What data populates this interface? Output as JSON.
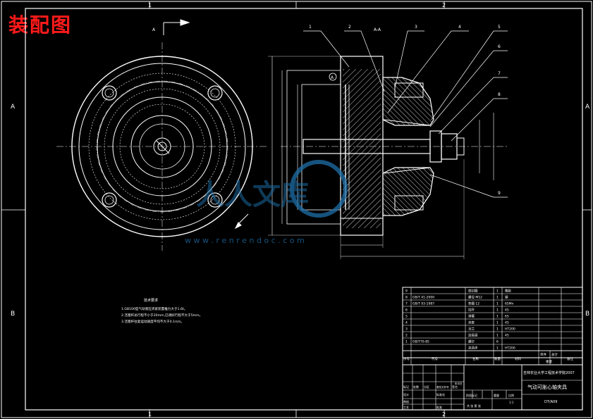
{
  "header": {
    "title": "装配图"
  },
  "grid": {
    "top_cols": [
      "1",
      "2"
    ],
    "rows": [
      "A",
      "B"
    ]
  },
  "views": {
    "view_marker_a": "A",
    "section_label": "A-A",
    "datum_label": "A",
    "balloons": [
      "1",
      "2",
      "3",
      "4",
      "5",
      "6",
      "7",
      "8",
      "9"
    ]
  },
  "tech_requirements": {
    "heading": "技术要求",
    "lines": [
      "1.GB100型气动液压夹紧装置推力大于1.6t。",
      "2.活塞杆总行程不小于20mm,已调好行程不大于5mm。",
      "3.活塞杆往复运动速度平均不大于0.1m/s。"
    ]
  },
  "bom": {
    "rows": [
      {
        "no": "9",
        "code": "",
        "name": "密封圈",
        "qty": "1",
        "material": "橡胶"
      },
      {
        "no": "8",
        "code": "GB/T 41-2000",
        "name": "螺母 M12",
        "qty": "1",
        "material": "钢"
      },
      {
        "no": "7",
        "code": "GB/T 93-1987",
        "name": "垫圈 12",
        "qty": "1",
        "material": "65Mn"
      },
      {
        "no": "6",
        "code": "",
        "name": "拉杆",
        "qty": "1",
        "material": "45"
      },
      {
        "no": "5",
        "code": "",
        "name": "弹簧",
        "qty": "1",
        "material": "65"
      },
      {
        "no": "4",
        "code": "",
        "name": "夹套",
        "qty": "1",
        "material": "45"
      },
      {
        "no": "3",
        "code": "",
        "name": "法兰",
        "qty": "1",
        "material": "HT200"
      },
      {
        "no": "2",
        "code": "",
        "name": "连接盘",
        "qty": "1",
        "material": "45"
      },
      {
        "no": "1",
        "code": "GB/T70-85",
        "name": "螺钉",
        "qty": "6",
        "material": ""
      },
      {
        "no": "",
        "code": "",
        "name": "夹具体",
        "qty": "1",
        "material": "HT200"
      }
    ],
    "header": {
      "no": "序号",
      "code": "代号",
      "name": "名称",
      "qty": "数量",
      "material": "材料",
      "unit_w": "单件",
      "total_w": "总计",
      "weight": "重量",
      "remark": "备注"
    }
  },
  "title_block": {
    "school": "吉林农业大学工程技术学院2007",
    "drawing_name": "气动可胀心轴夹具",
    "sign_labels": [
      "标记",
      "处数",
      "分区",
      "更改文件号",
      "签名",
      "年月日"
    ],
    "design": "设计",
    "std": "标准化",
    "stage": "阶段标记",
    "weight": "重量",
    "scale": "比例",
    "scale_val": "1:1",
    "audit": "审核",
    "process": "工艺",
    "approve": "批准",
    "sheet": "共 张 第 张",
    "drawing_no": "DT/A09"
  },
  "watermark": {
    "text": "人人文库",
    "url": "w w w . r e n r e n d o c . c o m"
  },
  "colors": {
    "line": "#ffffff",
    "title": "#ff1a1a",
    "watermark": "#1e6fa8"
  }
}
